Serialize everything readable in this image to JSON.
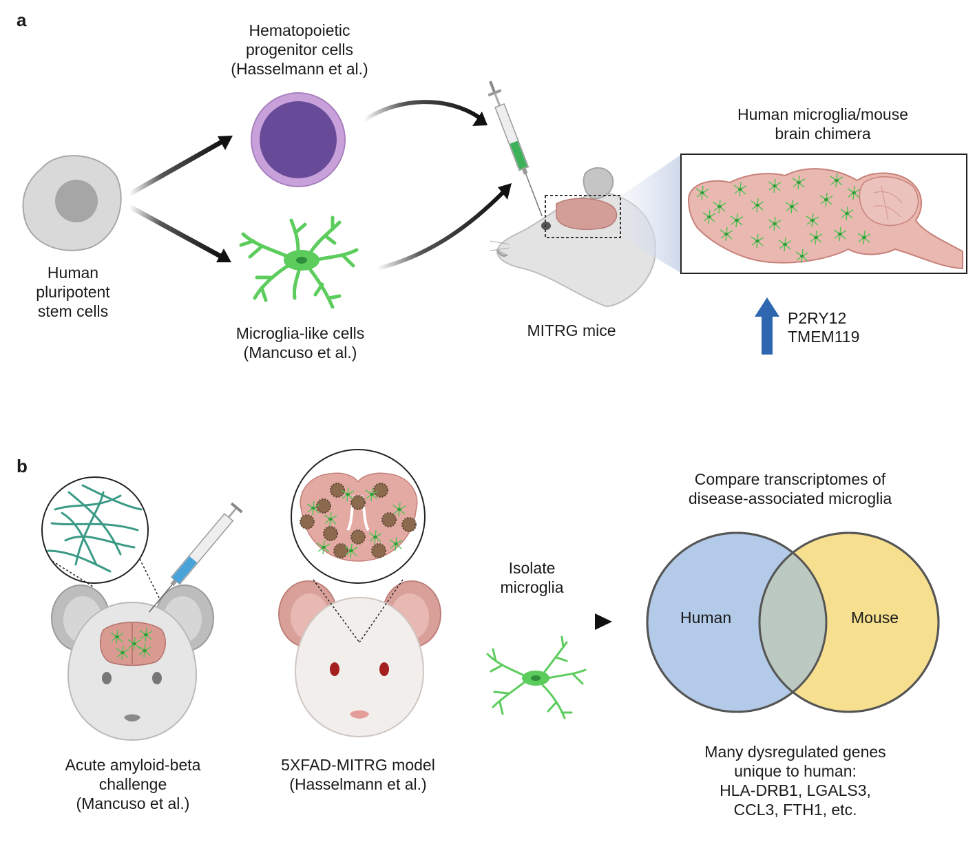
{
  "panel_a": {
    "letter": "a",
    "stem_cells": "Human\npluripotent\nstem cells",
    "hpc": "Hematopoietic\nprogenitor cells\n(Hasselmann et al.)",
    "microglia_like": "Microglia-like cells\n(Mancuso et al.)",
    "mice": "MITRG mice",
    "chimera": "Human microglia/mouse\nbrain chimera",
    "upregulated_genes": "P2RY12\nTMEM119",
    "colors": {
      "arrow_up": "#2f66b0",
      "hpc_outer": "#c49ad6",
      "hpc_inner": "#674a98",
      "microglia": "#5ccc5c",
      "brain": "#e3aaa4"
    }
  },
  "panel_b": {
    "letter": "b",
    "acute_model": "Acute amyloid-beta\nchallenge\n(Mancuso et al.)",
    "fad_model": "5XFAD-MITRG model\n(Hasselmann et al.)",
    "isolate": "Isolate\nmicroglia",
    "compare": "Compare transcriptomes of\ndisease-associated microglia",
    "venn_left": "Human",
    "venn_right": "Mouse",
    "unique_genes": "Many dysregulated genes\nunique to human:\nHLA-DRB1, LGALS3,\nCCL3, FTH1, etc.",
    "colors": {
      "human": "#b3cbe8",
      "mouse": "#f6e08f"
    }
  }
}
